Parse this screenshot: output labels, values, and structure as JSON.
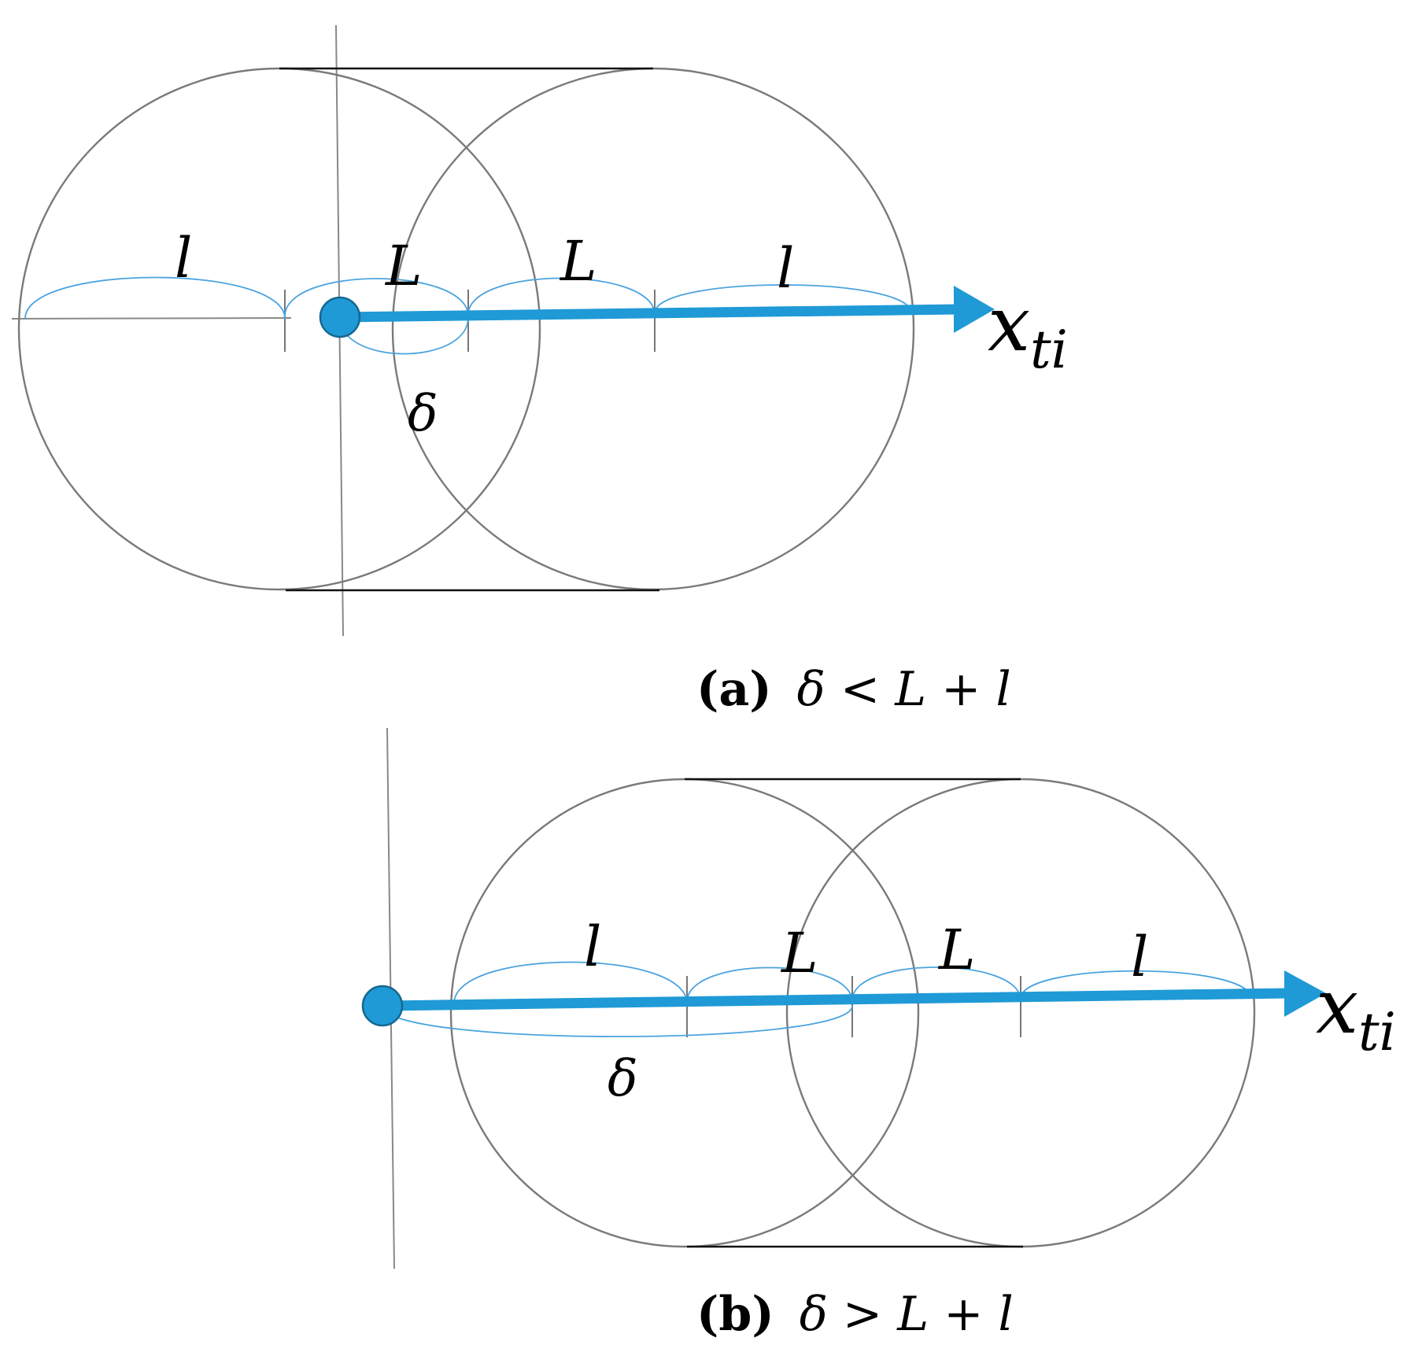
{
  "panel_a": {
    "label_l_left": "l",
    "label_L_left": "L",
    "label_L_right": "L",
    "label_l_right": "l",
    "label_delta": "δ",
    "axis_label_main": "x",
    "axis_label_sub": "ti",
    "caption_letter": "(a)",
    "caption_expr": "δ < L + l"
  },
  "panel_b": {
    "label_l_left": "l",
    "label_L_left": "L",
    "label_L_right": "L",
    "label_l_right": "l",
    "label_delta": "δ",
    "axis_label_main": "x",
    "axis_label_sub": "ti",
    "caption_letter": "(b)",
    "caption_expr": "δ > L + l"
  },
  "colors": {
    "vector": "#1f9ad6",
    "brace": "#4aa3df",
    "circle": "#7a7a7a"
  }
}
